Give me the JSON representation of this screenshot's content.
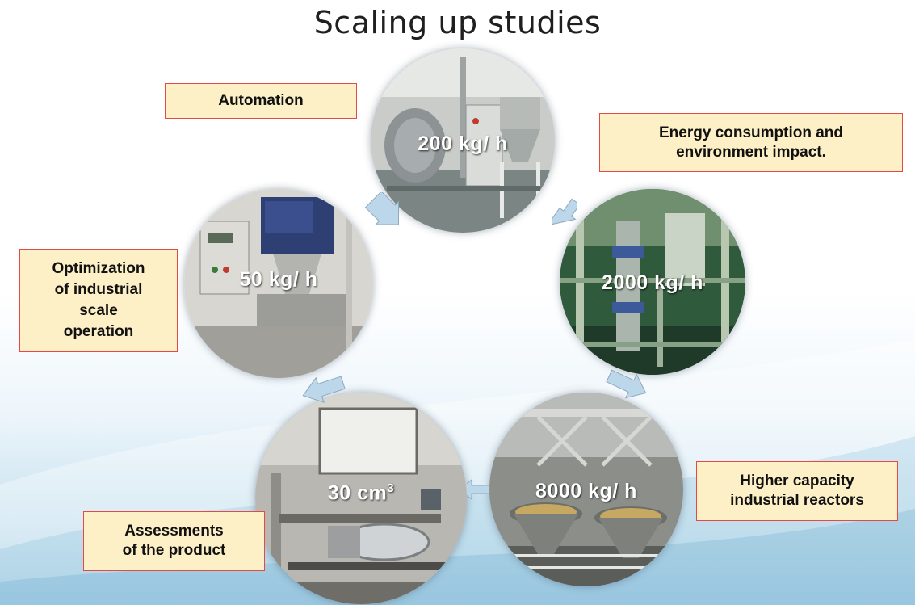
{
  "slide": {
    "title": "Scaling up studies"
  },
  "cycle": [
    {
      "key": "c200",
      "capacity": "200 kg/ h",
      "scene": "pilot plant with cylindrical drum, control cabinet and hopper frame"
    },
    {
      "key": "c2000",
      "capacity": "2000 kg/ h",
      "scene": "tall green-lit industrial installation with pipes and vessels"
    },
    {
      "key": "c8000",
      "capacity": "8000 kg/ h",
      "scene": "industrial reactors with round trays and steel frame"
    },
    {
      "key": "c30",
      "capacity": "30 cm",
      "capacity_sup": "3",
      "scene": "laboratory bench unit with glass cylinder"
    },
    {
      "key": "c50",
      "capacity": "50 kg/ h",
      "scene": "small machine with control box and hopper"
    }
  ],
  "labels": {
    "automation": "Automation",
    "energy": "Energy consumption and\nenvironment impact.",
    "higher": "Higher capacity\nindustrial reactors",
    "assess": "Assessments\nof the product",
    "optim": "Optimization\nof industrial\nscale\noperation"
  },
  "colors": {
    "label_fill": "#fdefc6",
    "label_border": "#e34a45",
    "arrow_fill": "#bcd6ea",
    "arrow_stroke": "#8fa9bd"
  },
  "icons": {
    "arrow": "block-arrow"
  }
}
